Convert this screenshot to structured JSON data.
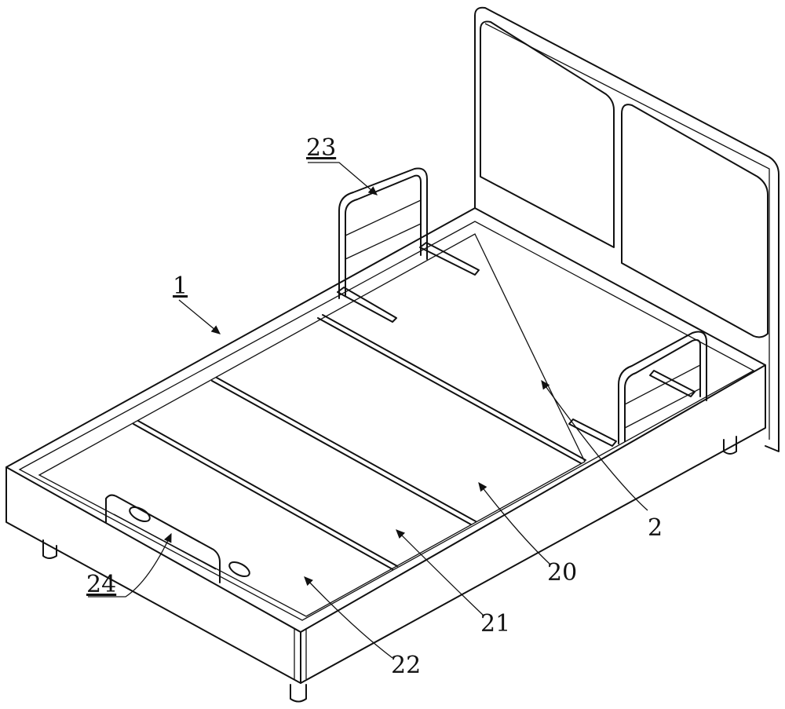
{
  "figure": {
    "labels": {
      "frame": "1",
      "bed_board": "2",
      "panel_a": "20",
      "panel_b": "21",
      "panel_c": "22",
      "guardrail": "23",
      "handle": "24"
    }
  }
}
